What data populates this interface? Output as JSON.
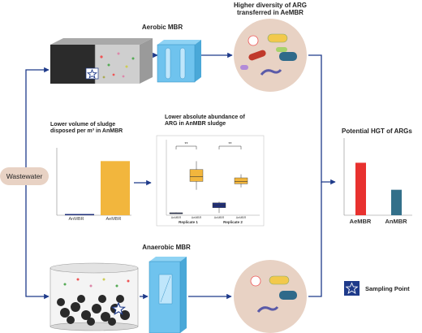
{
  "source": {
    "label": "Wastewater"
  },
  "reactors": {
    "aerobic": {
      "label": "Aerobic MBR"
    },
    "anaerobic": {
      "label": "Anaerobic MBR"
    }
  },
  "findings": {
    "diversity": "Higher diversity of ARG transferred in AeMBR",
    "sludge_volume": "Lower volume of sludge disposed per m³ in AnMBR",
    "abundance": "Lower absolute abundance of ARG in AnMBR sludge",
    "hgt": "Potential HGT of ARGs"
  },
  "legend": {
    "sampling_point": "Sampling Point"
  },
  "chart_data": [
    {
      "type": "bar",
      "title": "Lower volume of sludge disposed per m³ in AnMBR",
      "categories": [
        "AnMBR",
        "AeMBR"
      ],
      "values": [
        2,
        100
      ],
      "colors": [
        "#1f2f7a",
        "#f2b63d"
      ],
      "xlabel": "",
      "ylabel": "",
      "ylim": [
        0,
        120
      ],
      "grid": false
    },
    {
      "type": "box",
      "title": "Lower absolute abundance of ARG in AnMBR sludge",
      "groups": [
        "Replicate 1",
        "Replicate 2"
      ],
      "categories": [
        "AnMBR",
        "AeMBR",
        "AnMBR",
        "AeMBR"
      ],
      "group_of": [
        0,
        0,
        1,
        1
      ],
      "colors": [
        "#1f2f7a",
        "#f2b63d",
        "#1f2f7a",
        "#f2b63d"
      ],
      "boxes": [
        {
          "min": 0.0,
          "q1": 0.3,
          "median": 0.5,
          "q3": 0.7,
          "max": 1.0
        },
        {
          "min": 20,
          "q1": 27,
          "median": 31,
          "q3": 37,
          "max": 44
        },
        {
          "min": 0.5,
          "q1": 5,
          "median": 7,
          "q3": 9,
          "max": 10
        },
        {
          "min": 22,
          "q1": 25,
          "median": 27,
          "q3": 30,
          "max": 33
        }
      ],
      "significance": [
        "**",
        "**"
      ],
      "ylim": [
        0,
        60
      ]
    },
    {
      "type": "bar",
      "title": "Potential HGT of ARGs",
      "categories": [
        "AeMBR",
        "AnMBR"
      ],
      "values": [
        68,
        33
      ],
      "colors": [
        "#e8312f",
        "#33708a"
      ],
      "ylim": [
        0,
        100
      ],
      "grid": false
    }
  ]
}
